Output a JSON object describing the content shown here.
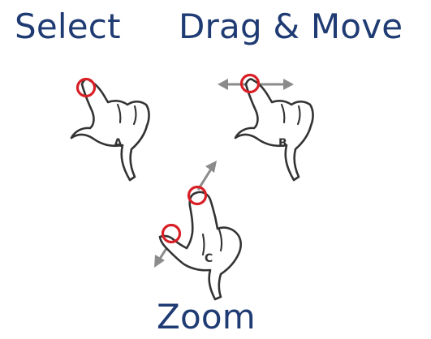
{
  "labels": {
    "select": "Select",
    "drag_move": "Drag & Move",
    "zoom": "Zoom"
  },
  "gestures": {
    "select": {
      "letter": "A"
    },
    "drag": {
      "letter": "B"
    },
    "zoom": {
      "letter": "C"
    }
  },
  "colors": {
    "title_text": "#1f3b73",
    "touch_point": "#d91f26",
    "arrow": "#8b8b8b",
    "hand_outline": "#333333"
  },
  "icons": {
    "select_gesture": "single-tap-hand-icon",
    "drag_gesture": "drag-hand-icon",
    "zoom_gesture": "pinch-zoom-hand-icon"
  }
}
